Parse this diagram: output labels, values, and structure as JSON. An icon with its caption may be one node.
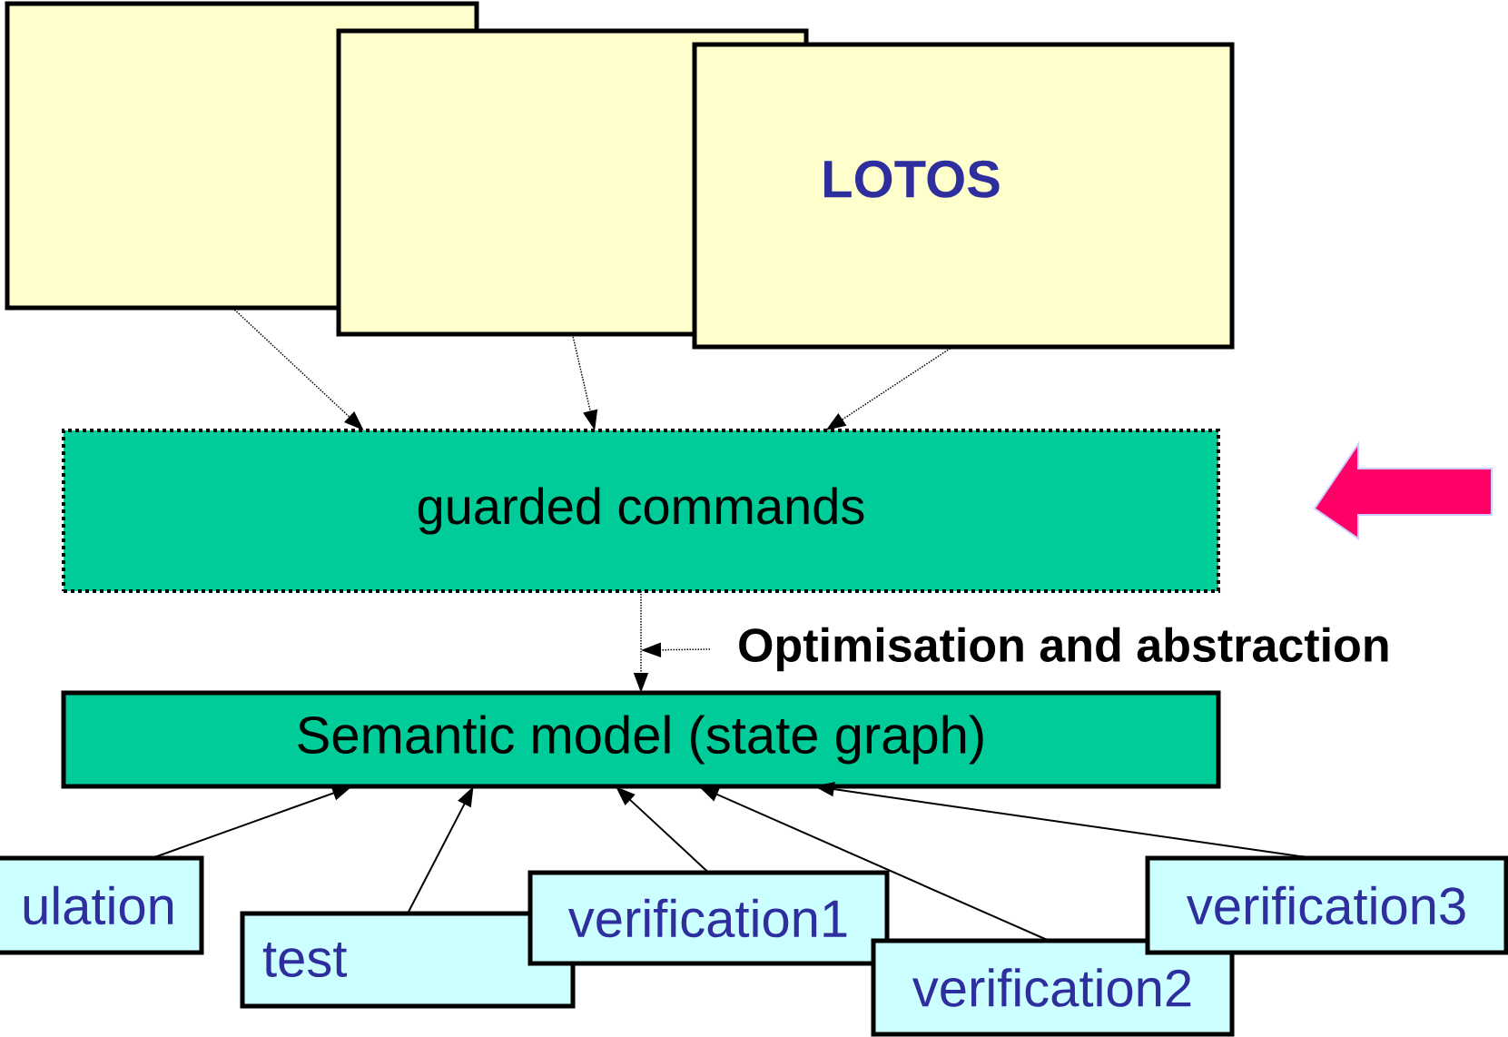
{
  "diagram": {
    "nodes": [
      {
        "text": [],
        "shape": "box"
      },
      {
        "text": [],
        "shape": "box"
      },
      {
        "text": [
          "LOTOS"
        ]
      },
      {
        "text": [
          "guarded commands"
        ]
      },
      {
        "text": [
          "Optimisation and abstraction"
        ]
      },
      {
        "text": [
          "Semantic model (state graph)"
        ]
      },
      {
        "text": [
          "ulation"
        ]
      },
      {
        "text": [
          "test"
        ]
      },
      {
        "text": [
          "verification1"
        ]
      },
      {
        "text": [
          "verification2"
        ]
      },
      {
        "text": [
          "verification3"
        ]
      }
    ],
    "edges": [
      {
        "from": 0,
        "to": 3,
        "arrow": "to",
        "style": "dashed"
      },
      {
        "from": 1,
        "to": 3,
        "arrow": "to",
        "style": "dashed"
      },
      {
        "from": 2,
        "to": 3,
        "arrow": "to",
        "style": "dashed"
      },
      {
        "from": 3,
        "to": 5,
        "arrow": "to",
        "style": "dashed"
      },
      {
        "from": 4,
        "to": null,
        "arrow": "to",
        "style": "dashed"
      },
      {
        "from": 6,
        "to": 5,
        "arrow": "to"
      },
      {
        "from": 7,
        "to": 5,
        "arrow": "to"
      },
      {
        "from": 8,
        "to": 5,
        "arrow": "to"
      },
      {
        "from": 9,
        "to": 5,
        "arrow": "to"
      },
      {
        "from": 10,
        "to": 5,
        "arrow": "to"
      }
    ]
  }
}
